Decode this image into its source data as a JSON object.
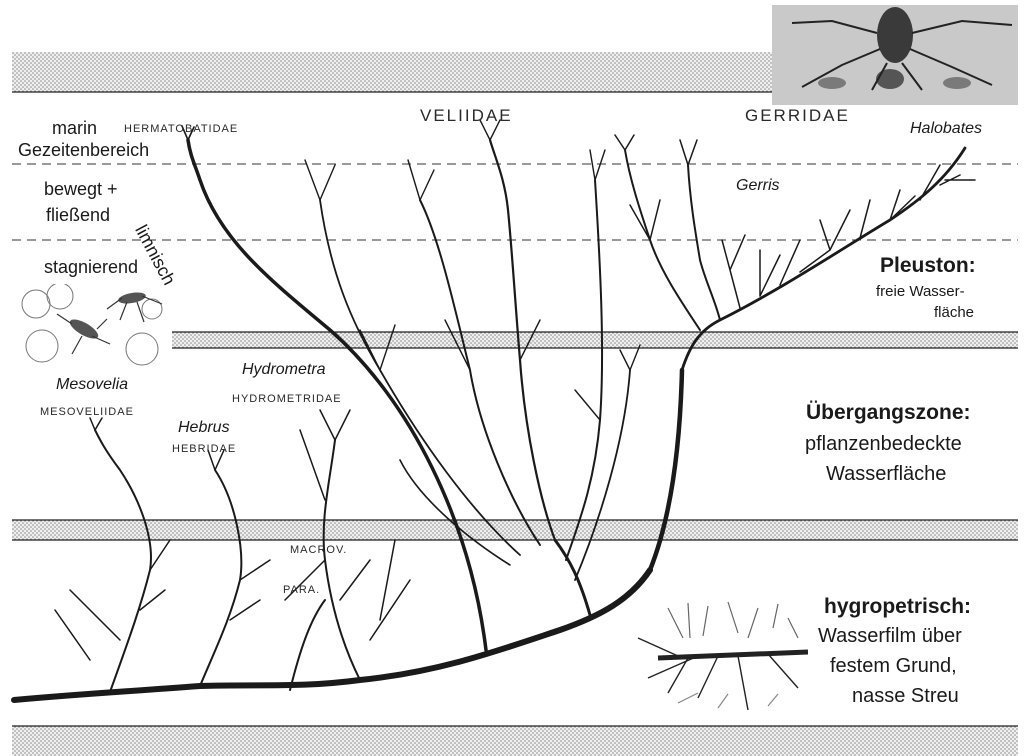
{
  "zones": {
    "marin": "marin",
    "gezeiten": "Gezeitenbereich",
    "bewegt": "bewegt +",
    "fliessend": "fließend",
    "stagnierend": "stagnierend",
    "limnisch": "limnisch"
  },
  "right_zones": {
    "pleuston_title": "Pleuston:",
    "pleuston_line1": "freie Wasser-",
    "pleuston_line2": "fläche",
    "ueberg_title": "Übergangszone:",
    "ueberg_line1": "pflanzenbedeckte",
    "ueberg_line2": "Wasserfläche",
    "hygro_title": "hygropetrisch:",
    "hygro_line1": "Wasserfilm über",
    "hygro_line2": "festem Grund,",
    "hygro_line3": "nasse Streu"
  },
  "families": {
    "hermatobatidae": "HERMATOBATIDAE",
    "veliidae": "VELIIDAE",
    "gerridae": "GERRIDAE",
    "mesoveliidae": "MESOVELIIDAE",
    "hebridae": "HEBRIDAE",
    "hydrometridae": "HYDROMETRIDAE",
    "macrov": "MACROV.",
    "para": "PARA."
  },
  "genera": {
    "halobates": "Halobates",
    "gerris": "Gerris",
    "mesovelia": "Mesovelia",
    "hydrometra": "Hydrometra",
    "hebrus": "Hebrus"
  },
  "colors": {
    "ink": "#1a1a1a",
    "band": "#d9d9d9"
  }
}
